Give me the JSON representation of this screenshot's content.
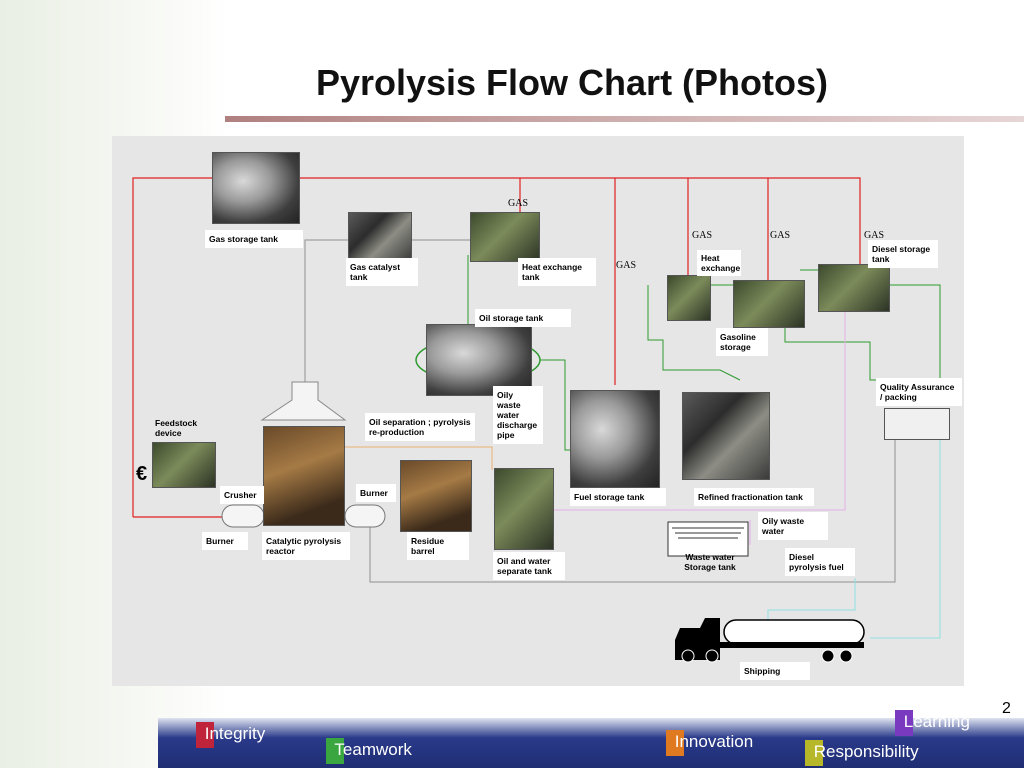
{
  "title": "Pyrolysis Flow Chart (Photos)",
  "page_number": "2",
  "labels": {
    "gas_storage": "Gas storage tank",
    "gas_catalyst": "Gas catalyst tank",
    "heat_exchange_tank": "Heat exchange tank",
    "heat_exchange": "Heat exchange",
    "diesel_storage": "Diesel storage tank",
    "oil_storage": "Oil storage tank",
    "gasoline_storage": "Gasoline storage",
    "quality_assurance": "Quality Assurance / packing",
    "oily_waste_pipe": "Oily waste water discharge pipe",
    "feedstock": "Feedstock device",
    "oil_separation": "Oil separation ; pyrolysis re-production",
    "crusher": "Crusher",
    "burner_top": "Burner",
    "burner_left": "Burner",
    "catalytic_reactor": "Catalytic pyrolysis reactor",
    "residue_barrel": "Residue barrel",
    "oil_water_separate": "Oil and water separate tank",
    "fuel_storage": "Fuel storage tank",
    "refined_fractionation": "Refined fractionation tank",
    "oily_waste_water": "Oily waste water",
    "waste_water_storage": "Waste water Storage tank",
    "diesel_fuel": "Diesel pyrolysis fuel",
    "shipping": "Shipping"
  },
  "gas_tags": [
    "GAS",
    "GAS",
    "GAS",
    "GAS",
    "GAS"
  ],
  "footer": {
    "integrity": "Integrity",
    "teamwork": "Teamwork",
    "innovation": "Innovation",
    "learning": "Learning",
    "responsibility": "Responsibility"
  },
  "colors": {
    "gas_line": "#e02020",
    "oil_line": "#2e9a2e",
    "water_line": "#8fe0e0",
    "residue_line": "#e6b0e6",
    "feed_line": "#909090"
  }
}
